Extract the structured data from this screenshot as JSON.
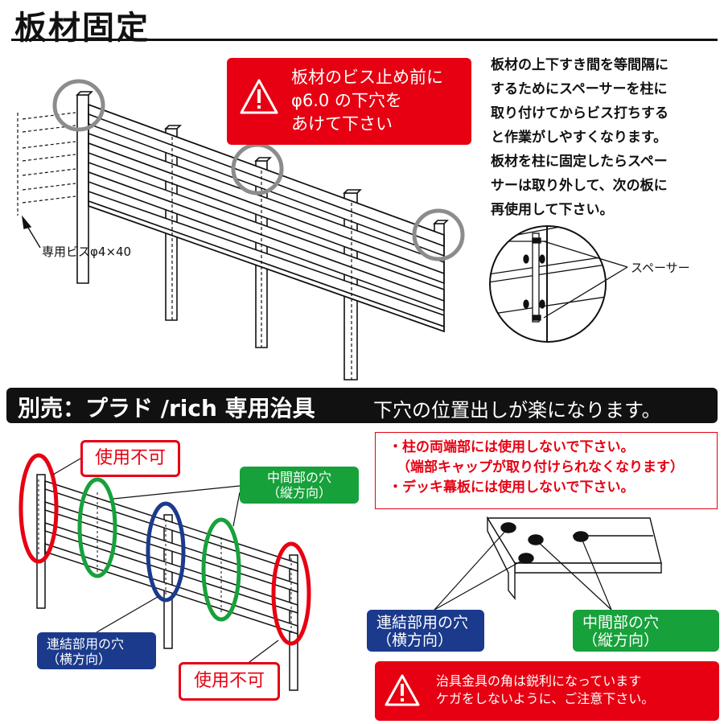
{
  "section1": {
    "title": "板材固定",
    "warning": {
      "line1": "板材のビス止め前に",
      "line2": "φ6.0 の下穴を",
      "line3": "あけて下さい"
    },
    "description": [
      "板材の上下すき間を等間隔に",
      "するためにスペーサーを柱に",
      "取り付けてからビス打ちする",
      "と作業がしやすくなります。",
      "板材を柱に固定したらスペー",
      "サーは取り外して、次の板に",
      "再使用して下さい。"
    ],
    "screw_label": "専用ビスφ4×40",
    "spacer_label": "スペーサー"
  },
  "section2": {
    "band_title": "別売：プラド /rich 専用治具",
    "band_subtitle": "下穴の位置出しが楽になります。",
    "not_usable_top": "使用不可",
    "not_usable_bottom": "使用不可",
    "middle_hole_left": {
      "line1": "中間部の穴",
      "line2": "（縦方向）"
    },
    "joint_hole_left": {
      "line1": "連結部用の穴",
      "line2": "（横方向）"
    },
    "notes": [
      "・柱の両端部には使用しないで下さい。",
      "（端部キャップが取り付けられなくなります）",
      "・デッキ幕板には使用しないで下さい。"
    ],
    "joint_hole_right": {
      "line1": "連結部用の穴",
      "line2": "（横方向）"
    },
    "middle_hole_right": {
      "line1": "中間部の穴",
      "line2": "（縦方向）"
    },
    "warning": {
      "line1": "治具金具の角は鋭利になっています",
      "line2": "ケガをしないように、ご注意下さい。"
    }
  },
  "colors": {
    "red": "#e60012",
    "green": "#17a13b",
    "blue": "#1b3a8c",
    "gray": "#8c8c8c"
  }
}
